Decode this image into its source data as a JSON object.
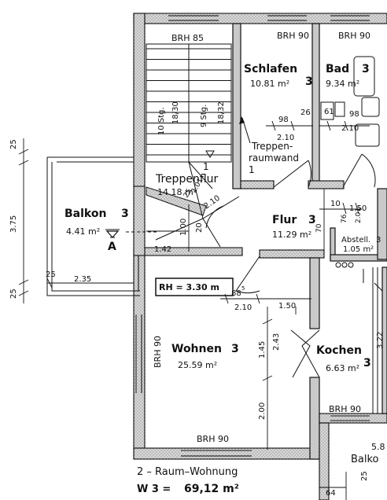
{
  "rooms": {
    "schlafen": {
      "name": "Schlafen",
      "number": "3",
      "area": "10.81 m²"
    },
    "bad": {
      "name": "Bad",
      "number": "3",
      "area": "9.34 m²"
    },
    "treppenflur": {
      "name": "Treppenflur",
      "number": "1",
      "area": "14.18 m²"
    },
    "balkon": {
      "name": "Balkon",
      "number": "3",
      "area": "4.41 m²",
      "marker": "A"
    },
    "flur": {
      "name": "Flur",
      "number": "3",
      "area": "11.29 m²"
    },
    "abstell": {
      "name": "Abstell.",
      "number": "3",
      "area": "1.05 m²"
    },
    "wohnen": {
      "name": "Wohnen",
      "number": "3",
      "area": "25.59 m²"
    },
    "kochen": {
      "name": "Kochen",
      "number": "3",
      "area": "6.63 m²"
    },
    "balkon2": {
      "name": "Balko",
      "area": "5.8"
    }
  },
  "notes": {
    "stairs_a": "10 Stg.",
    "stairs_a_ratio": "18/30",
    "stairs_b": "9 Stg.",
    "stairs_b_ratio": "18/32",
    "wall_line1": "Treppen-",
    "wall_line2": "raumwand",
    "wall_line3": "1",
    "room_height": "RH = 3.30 m",
    "apartment_type": "2 – Raum–Wohnung",
    "apartment_code": "W 3 = ",
    "apartment_area": "69,12 m²"
  },
  "labels": {
    "brh85": "BRH 85",
    "brh90_schlafen": "BRH 90",
    "brh90_bad": "BRH 90",
    "brh90_wohnen_side": "BRH 90",
    "brh90_wohnen_bottom": "BRH 90",
    "brh90_kochen": "BRH 90"
  },
  "dimensions": {
    "d98a": "98",
    "d26": "26",
    "d210a": "2.10",
    "d61": "61",
    "d98b": "98",
    "d210b": "2.10",
    "d25a": "25",
    "d375": "3.75",
    "d25b": "25",
    "d25c": "25",
    "d235": "2.35",
    "d142": "1.42",
    "d100": "1.00",
    "d20": "20",
    "d25d": "25",
    "d101": "1.01",
    "d210c": "2.10",
    "d10": "10",
    "d150a": "1.50",
    "d76": "76",
    "d201": "2.01",
    "d70": "70",
    "d885": "88",
    "d885sup": "5",
    "d150b": "1.50",
    "d210d": "2.10",
    "d145": "1.45",
    "d243": "2.43",
    "d200": "2.00",
    "d322": "3.22",
    "d64": "64",
    "d25e": "25"
  }
}
